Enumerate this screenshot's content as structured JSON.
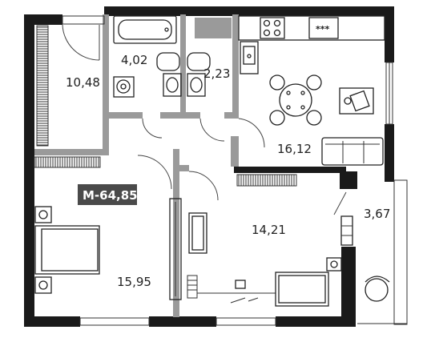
{
  "plan": {
    "total_area_badge": "M-64,85",
    "rooms": [
      {
        "id": "bedroom-nw",
        "area": "10,48"
      },
      {
        "id": "bathroom",
        "area": "4,02"
      },
      {
        "id": "wc",
        "area": "2,23"
      },
      {
        "id": "kitchen-living",
        "area": "16,12"
      },
      {
        "id": "balcony",
        "area": "3,67"
      },
      {
        "id": "room-center",
        "area": "14,21"
      },
      {
        "id": "bedroom-sw",
        "area": "15,95"
      }
    ],
    "stove_marks": "***"
  },
  "colors": {
    "wall": "#1a1a1a",
    "partition": "#9a9a9a",
    "badge": "#4a4a4a",
    "background": "#ffffff"
  }
}
